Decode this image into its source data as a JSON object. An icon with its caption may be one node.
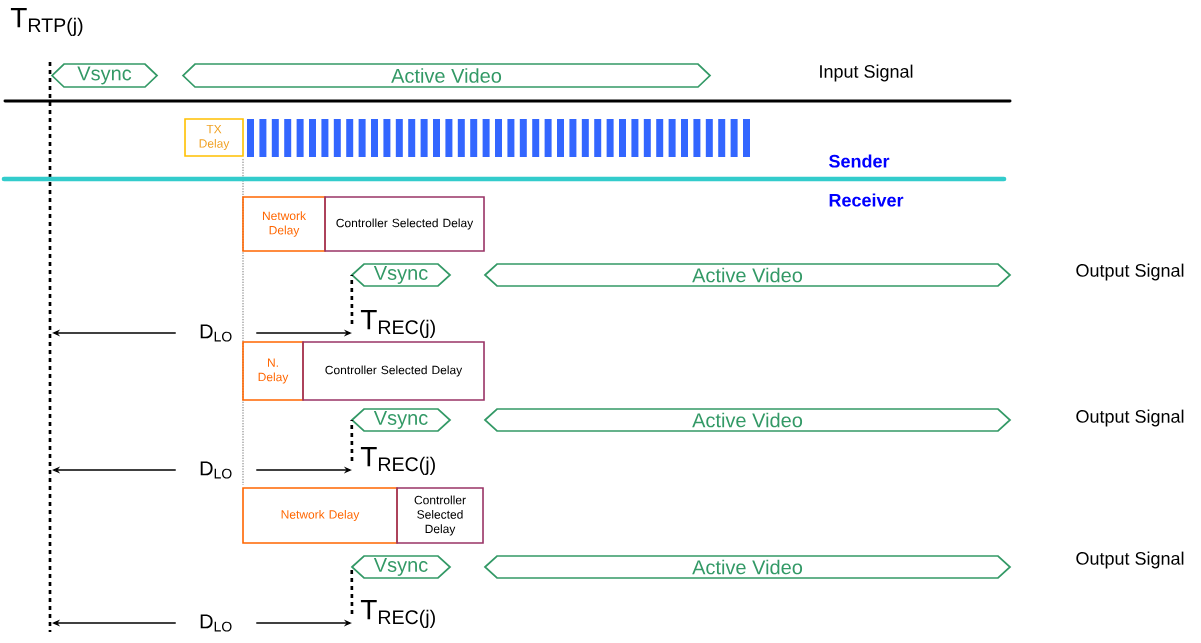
{
  "diagram": {
    "nodes": [
      {
        "text": [
          "Vsync"
        ]
      },
      {
        "text": [
          "Active Video"
        ]
      },
      {
        "text": [
          "TX Delay"
        ]
      },
      {
        "text": [
          "Network Delay"
        ]
      },
      {
        "text": [
          "Controller Selected Delay"
        ]
      },
      {
        "text": [
          "Vsync"
        ]
      },
      {
        "text": [
          "Active Video"
        ]
      },
      {
        "text": [
          "D$_{LO}$"
        ]
      },
      {
        "text": [
          "T$_{REC(j)}$"
        ]
      },
      {
        "text": [
          "N. Delay"
        ]
      },
      {
        "text": [
          "Controller Selected Delay"
        ]
      },
      {
        "text": [
          "Vsync"
        ]
      },
      {
        "text": [
          "Active Video"
        ]
      },
      {
        "text": [
          "D$_{LO}$"
        ]
      },
      {
        "text": [
          "T$_{REC(j)}$"
        ]
      },
      {
        "text": [
          "Network Delay"
        ]
      },
      {
        "text": [
          "Controller Selected Delay"
        ]
      },
      {
        "text": [
          "Vsync"
        ]
      },
      {
        "text": [
          "Active Video"
        ]
      },
      {
        "text": [
          "D$_{LO}$"
        ]
      },
      {
        "text": [
          "T$_{REC(j)}$"
        ]
      }
    ],
    "edges": [
      {
        "from": 7,
        "to": null,
        "arrow": "to"
      },
      {
        "from": 7,
        "to": 8,
        "arrow": "to"
      },
      {
        "from": 8,
        "to": 5,
        "arrow": "none",
        "style": "dashed"
      },
      {
        "from": 13,
        "to": null,
        "arrow": "to"
      },
      {
        "from": 13,
        "to": 14,
        "arrow": "to"
      },
      {
        "from": 14,
        "to": 11,
        "arrow": "none",
        "style": "dashed"
      },
      {
        "from": 19,
        "to": null,
        "arrow": "to"
      },
      {
        "from": 19,
        "to": 20,
        "arrow": "to"
      },
      {
        "from": 20,
        "to": 17,
        "arrow": "none",
        "style": "dashed"
      }
    ],
    "labels": [
      "T$_{RTP(j)}$",
      "Input Signal",
      "Sender",
      "Receiver",
      "Output Signal",
      "Output Signal",
      "Output Signal"
    ]
  }
}
